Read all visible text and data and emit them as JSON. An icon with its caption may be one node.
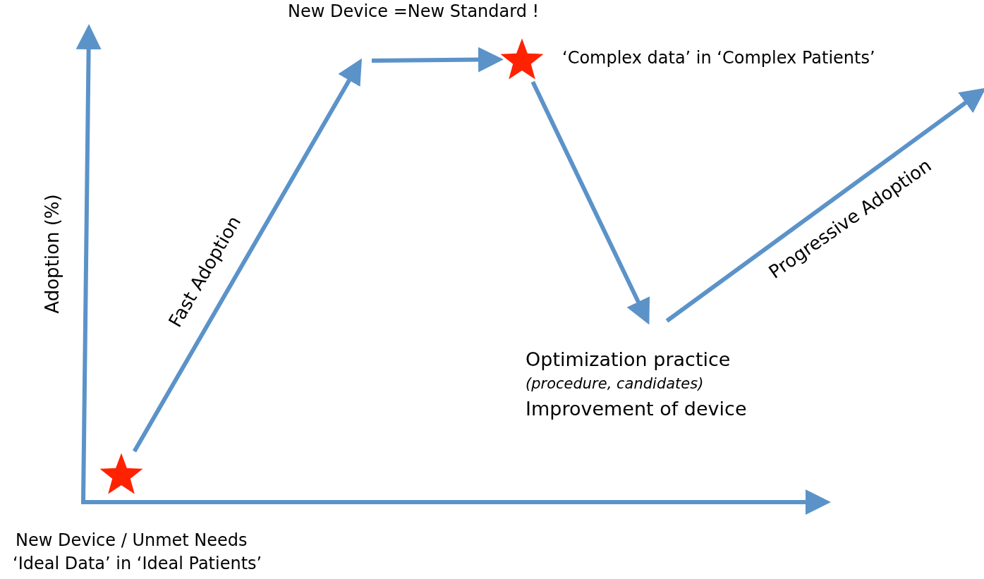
{
  "diagram": {
    "nodes": [
      {
        "text": [],
        "shape": "star",
        "beside": [
          "New Device / Unmet Needs",
          "‘Ideal Data’ in ‘Ideal Patients’"
        ]
      },
      {
        "text": [],
        "shape": "star",
        "beside": [
          "‘Complex data’ in ‘Complex Patients’"
        ]
      },
      {
        "text": [
          "Optimization practice",
          "(procedure, candidates)",
          "Improvement of device"
        ]
      }
    ],
    "edges": [
      {
        "from": 0,
        "to": null,
        "arrow": "to",
        "label": "Fast Adoption"
      },
      {
        "from": null,
        "to": 1,
        "arrow": "to"
      },
      {
        "from": 1,
        "to": 2,
        "arrow": "to"
      },
      {
        "from": 2,
        "to": null,
        "arrow": "to",
        "label": "Progressive Adoption"
      }
    ],
    "labels": [
      "New Device =New Standard !",
      "Adoption (%)"
    ]
  }
}
